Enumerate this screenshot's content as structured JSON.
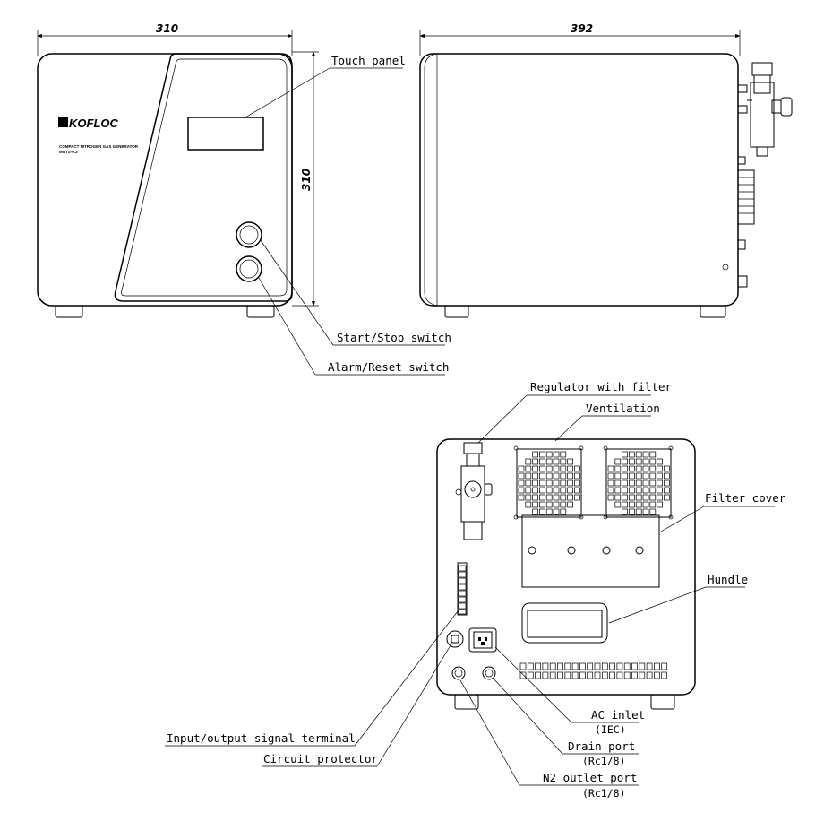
{
  "dimensions": {
    "front_width": "310",
    "side_depth": "392",
    "height": "310"
  },
  "front_panel": {
    "brand": "KOFLOC",
    "subtitle_line1": "COMPACT NITROGEN GAS GENERATOR",
    "subtitle_line2": "MNTS-0.3"
  },
  "callouts": {
    "touch_panel": "Touch panel",
    "start_stop": "Start/Stop switch",
    "alarm_reset": "Alarm/Reset switch",
    "regulator": "Regulator with filter",
    "ventilation": "Ventilation",
    "filter_cover": "Filter cover",
    "handle": "Hundle",
    "ac_inlet": "AC inlet",
    "ac_inlet_sub": "(IEC)",
    "drain_port": "Drain port",
    "drain_port_sub": "(Rc1/8)",
    "n2_outlet": "N2 outlet port",
    "n2_outlet_sub": "(Rc1/8)",
    "io_terminal": "Input/output signal terminal",
    "circuit_protector": "Circuit protector"
  }
}
